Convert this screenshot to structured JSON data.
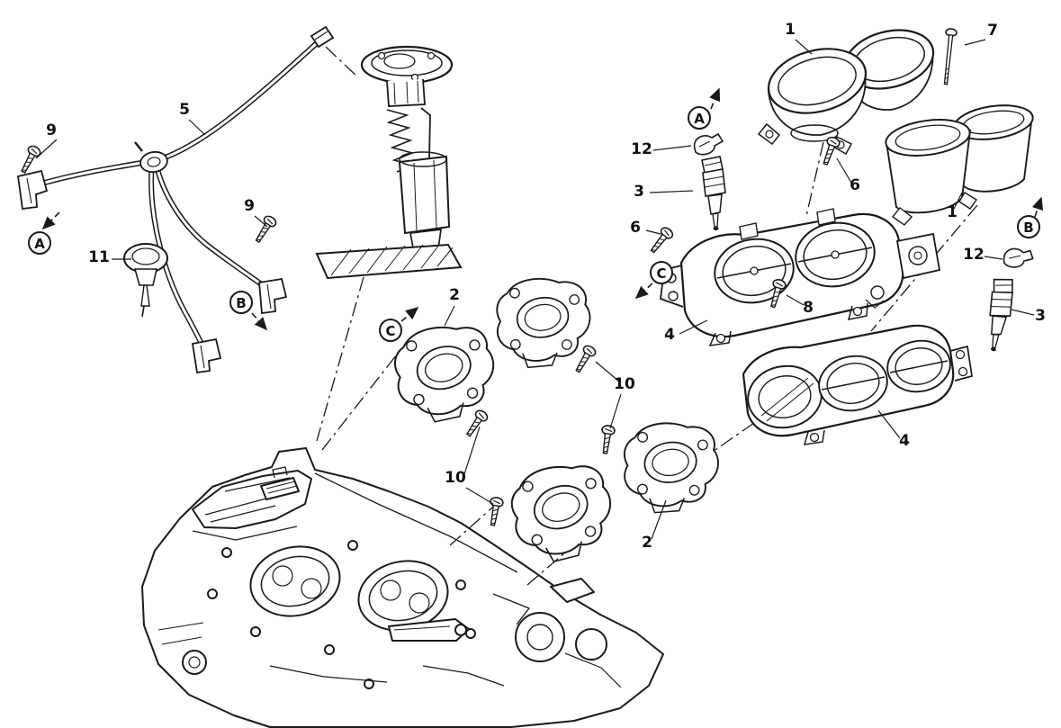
{
  "diagram": {
    "kind": "exploded-parts-line-drawing",
    "subject": "throttle-body-and-fuel-system",
    "colors": {
      "background": "#ffffff",
      "ink": "#1a1a1a"
    },
    "part_labels": [
      {
        "part": "9"
      },
      {
        "part": "5"
      },
      {
        "part": "9"
      },
      {
        "part": "11"
      },
      {
        "part": "2"
      },
      {
        "part": "1"
      },
      {
        "part": "7"
      },
      {
        "part": "12"
      },
      {
        "part": "3"
      },
      {
        "part": "6"
      },
      {
        "part": "1"
      },
      {
        "part": "6"
      },
      {
        "part": "12"
      },
      {
        "part": "8"
      },
      {
        "part": "3"
      },
      {
        "part": "4"
      },
      {
        "part": "10"
      },
      {
        "part": "4"
      },
      {
        "part": "10"
      },
      {
        "part": "2"
      }
    ],
    "view_callouts": [
      {
        "letter": "A"
      },
      {
        "letter": "B"
      },
      {
        "letter": "C"
      },
      {
        "letter": "A"
      },
      {
        "letter": "B"
      },
      {
        "letter": "C"
      }
    ]
  }
}
